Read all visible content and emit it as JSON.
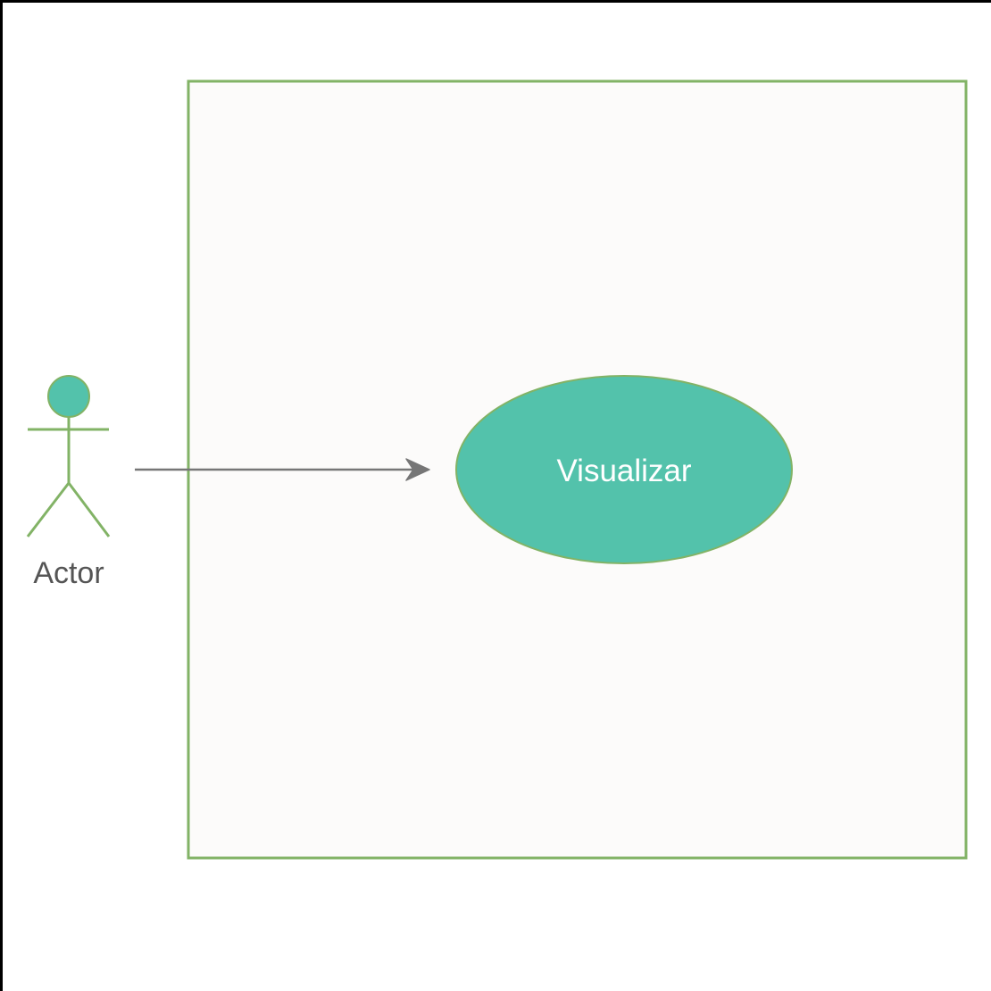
{
  "diagram": {
    "type": "use-case",
    "actor": {
      "label": "Actor"
    },
    "use_case": {
      "label": "Visualizar"
    },
    "association": {
      "from": "Actor",
      "to": "Visualizar",
      "style": "arrow"
    },
    "colors": {
      "accent_green": "#82b366",
      "teal_fill": "#53c2ab",
      "boundary_fill": "#fcfbfa",
      "arrow": "#767676",
      "actor_label": "#555555",
      "use_case_text": "#ffffff",
      "frame": "#000000"
    }
  }
}
